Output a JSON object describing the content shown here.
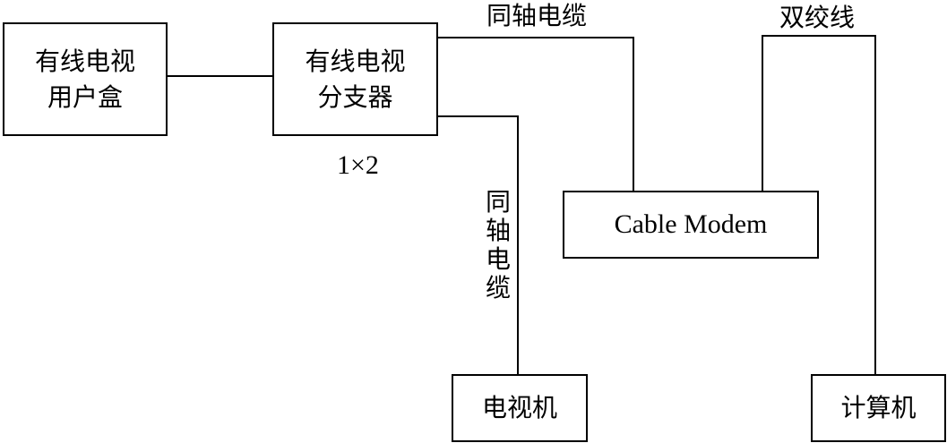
{
  "nodes": {
    "user_box": {
      "line1": "有线电视",
      "line2": "用户盒"
    },
    "splitter": {
      "line1": "有线电视",
      "line2": "分支器"
    },
    "cable_modem": {
      "label": "Cable Modem"
    },
    "tv": {
      "label": "电视机"
    },
    "computer": {
      "label": "计算机"
    }
  },
  "labels": {
    "coax_top": "同轴电缆",
    "twisted_pair": "双绞线",
    "coax_vertical": "同轴电缆",
    "splitter_ratio": "1×2"
  }
}
